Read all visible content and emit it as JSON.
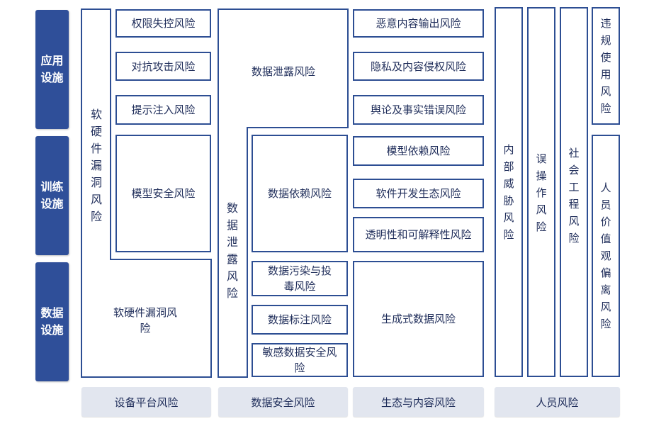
{
  "layers": {
    "application": "应用设施",
    "training": "训练设施",
    "data": "数据设施"
  },
  "device": {
    "vuln_vertical": "软硬件漏洞风险",
    "permission": "权限失控风险",
    "adversarial": "对抗攻击风险",
    "prompt_injection": "提示注入风险",
    "model_security": "模型安全风险",
    "vuln_bottom": "软硬件漏洞风险"
  },
  "data_security": {
    "leak_top": "数据泄露风险",
    "leak_vertical": "数据泄露风险",
    "dependency": "数据依赖风险",
    "poisoning": "数据污染与投毒风险",
    "labeling": "数据标注风险",
    "sensitive": "敏感数据安全风险"
  },
  "ecosystem": {
    "malicious_output": "恶意内容输出风险",
    "privacy": "隐私及内容侵权风险",
    "opinion": "舆论及事实错误风险",
    "model_dependency": "模型依赖风险",
    "software_ecosystem": "软件开发生态风险",
    "transparency": "透明性和可解释性风险",
    "generative_data": "生成式数据风险"
  },
  "personnel": {
    "insider": "内部威胁风险",
    "misoperation": "误操作风险",
    "social_engineering": "社会工程风险",
    "misuse": "违规使用风险",
    "values": "人员价值观偏离风险"
  },
  "categories": {
    "device_platform": "设备平台风险",
    "data_security": "数据安全风险",
    "ecosystem_content": "生态与内容风险",
    "personnel": "人员风险"
  }
}
